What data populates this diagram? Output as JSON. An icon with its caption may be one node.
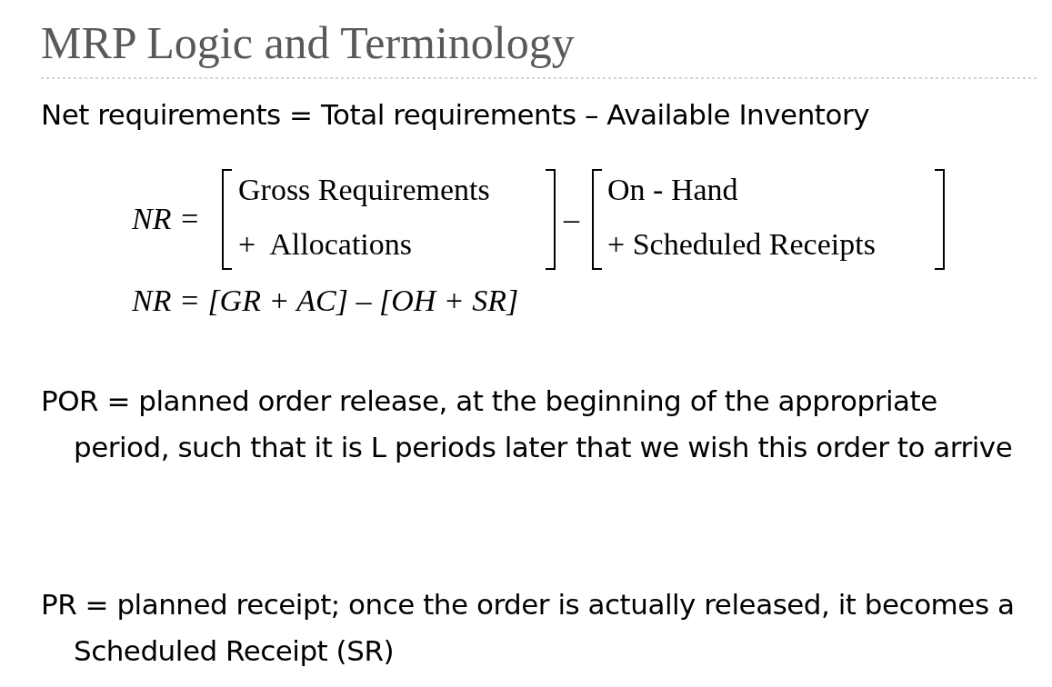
{
  "diagram": {
    "title": "MRP Logic and Terminology",
    "labels": [
      "Net requirements = Total requirements – Available Inventory",
      "NR =",
      "Gross Requirements",
      "+  Allocations",
      "–",
      "On - Hand",
      "+ Scheduled Receipts",
      "NR = [GR + AC] – [OH + SR]",
      "POR = planned order release, at the beginning of the appropriate period, such that it is L periods later that we wish this order to arrive",
      "PR = planned receipt; once the order is actually released, it becomes a Scheduled Receipt (SR)"
    ]
  }
}
